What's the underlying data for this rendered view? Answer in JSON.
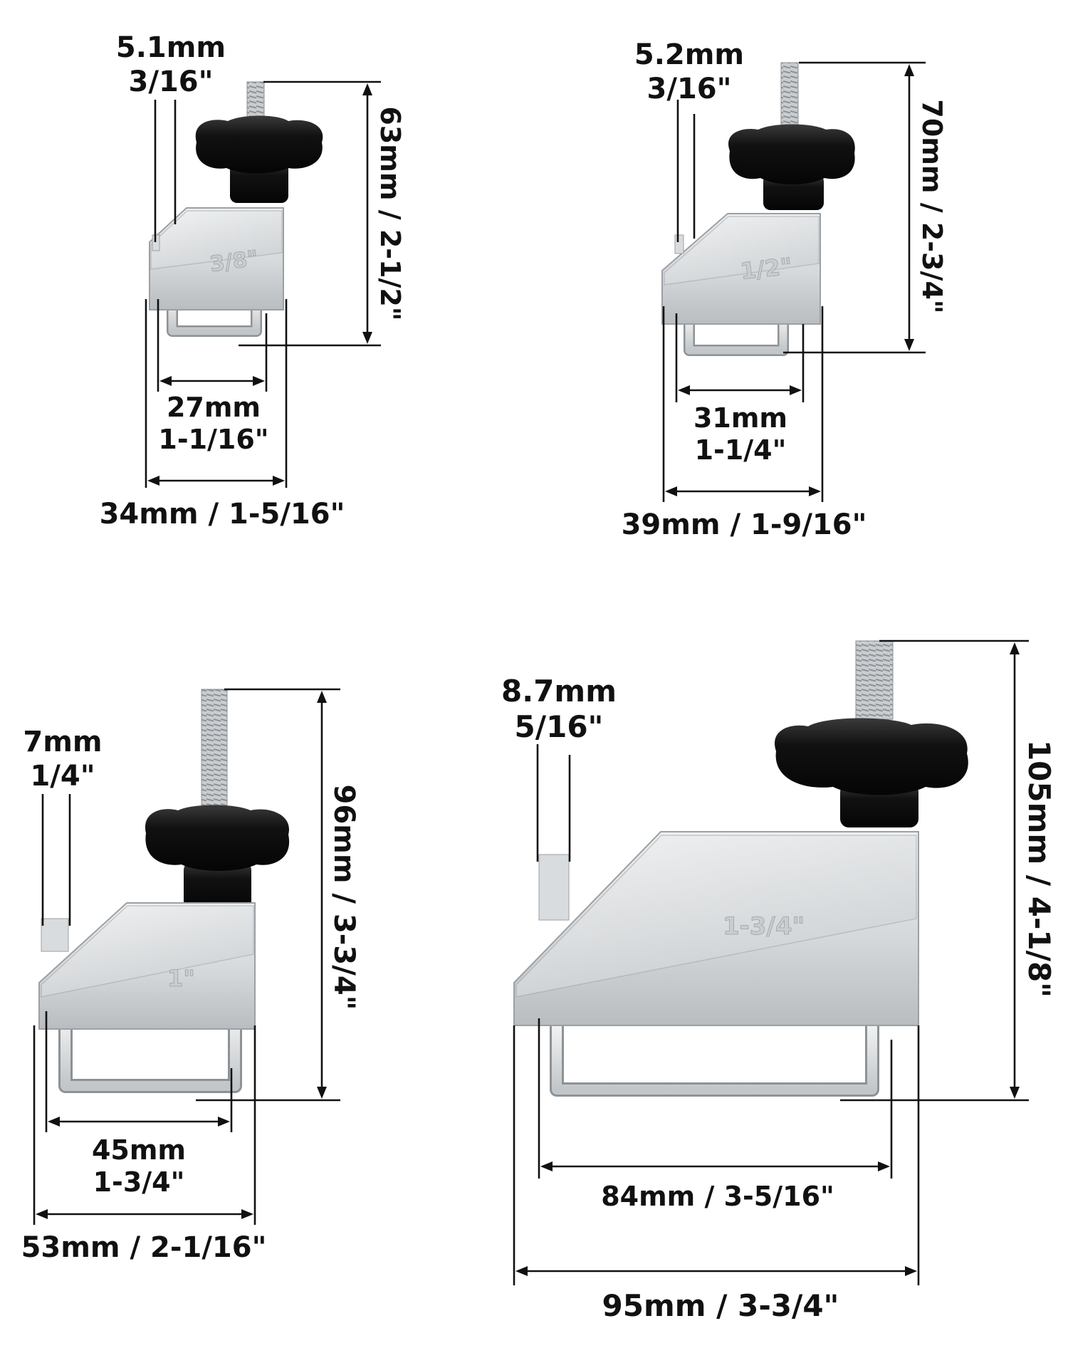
{
  "clamps": [
    {
      "id": "clamp-3-8",
      "engraving": "3/8\"",
      "pin_mm": "5.1mm",
      "pin_in": "3/16\"",
      "height": "63mm / 2-1/2\"",
      "inner_mm": "27mm",
      "inner_in": "1-1/16\"",
      "outer": "34mm / 1-5/16\""
    },
    {
      "id": "clamp-1-2",
      "engraving": "1/2\"",
      "pin_mm": "5.2mm",
      "pin_in": "3/16\"",
      "height": "70mm / 2-3/4\"",
      "inner_mm": "31mm",
      "inner_in": "1-1/4\"",
      "outer": "39mm / 1-9/16\""
    },
    {
      "id": "clamp-1",
      "engraving": "1\"",
      "pin_mm": "7mm",
      "pin_in": "1/4\"",
      "height": "96mm / 3-3/4\"",
      "inner_mm": "45mm",
      "inner_in": "1-3/4\"",
      "outer": "53mm / 2-1/16\""
    },
    {
      "id": "clamp-1-3-4",
      "engraving": "1-3/4\"",
      "pin_mm": "8.7mm",
      "pin_in": "5/16\"",
      "height": "105mm / 4-1/8\"",
      "inner": "84mm / 3-5/16\"",
      "outer": "95mm / 3-3/4\""
    }
  ],
  "colors": {
    "background": "#ffffff",
    "ink": "#111111",
    "knob": "#111111",
    "steel": "#d6d9db"
  }
}
